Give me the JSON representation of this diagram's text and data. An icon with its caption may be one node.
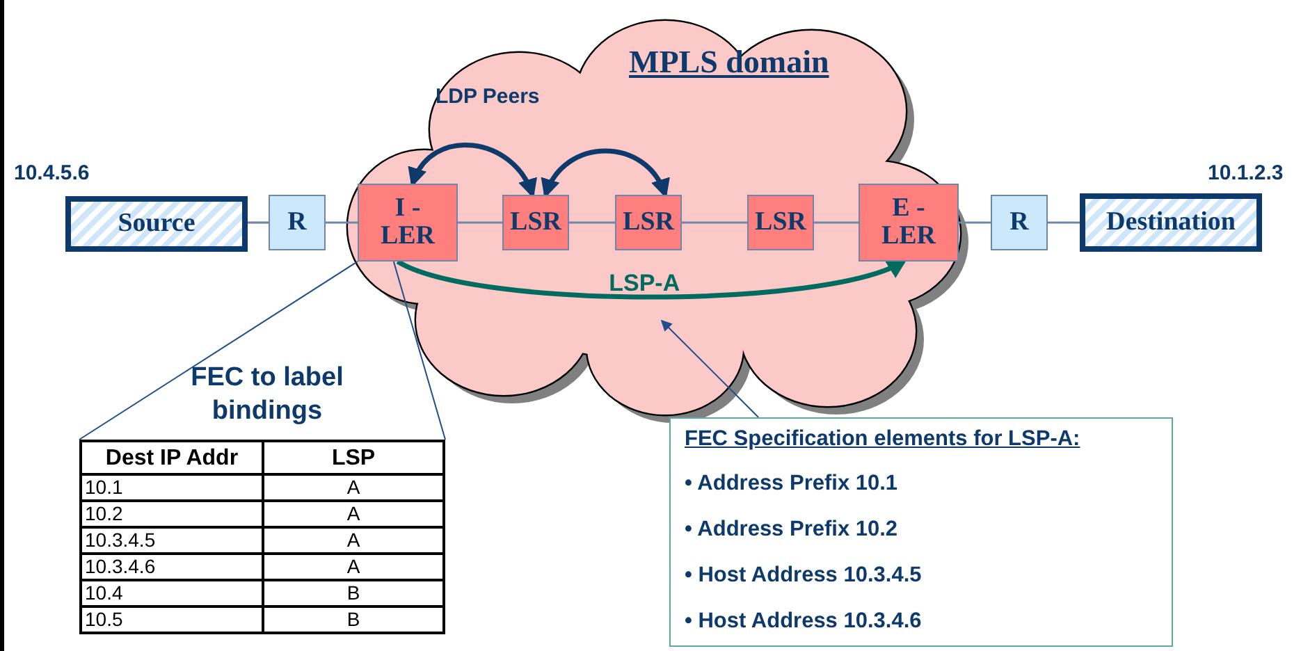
{
  "diagram": {
    "nodes": [
      {
        "text": [
          "Source"
        ],
        "beside": [
          "10.4.5.6"
        ]
      },
      {
        "text": [
          "R"
        ]
      },
      {
        "text": [
          "MPLS domain"
        ]
      },
      {
        "text": [
          "I - LER"
        ],
        "in": 2
      },
      {
        "text": [
          "LSR"
        ],
        "in": 2
      },
      {
        "text": [
          "LSR"
        ],
        "in": 2
      },
      {
        "text": [
          "LSR"
        ],
        "in": 2
      },
      {
        "text": [
          "E - LER"
        ],
        "in": 2
      },
      {
        "text": [
          "R"
        ]
      },
      {
        "text": [
          "Destination"
        ],
        "beside": [
          "10.1.2.3"
        ]
      },
      {
        "text": [
          "FEC to label bindings"
        ]
      },
      {
        "text": [
          "FEC Specification elements for LSP-A:",
          "• Address Prefix 10.1",
          "• Address Prefix 10.2",
          "• Host Address 10.3.4.5",
          "• Host Address 10.3.4.6"
        ]
      }
    ],
    "edges": [
      {
        "from": 0,
        "to": 1,
        "arrow": "none"
      },
      {
        "from": 1,
        "to": 3,
        "arrow": "none"
      },
      {
        "from": 3,
        "to": 4,
        "arrow": "none"
      },
      {
        "from": 4,
        "to": 5,
        "arrow": "none"
      },
      {
        "from": 5,
        "to": 6,
        "arrow": "none"
      },
      {
        "from": 6,
        "to": 7,
        "arrow": "none"
      },
      {
        "from": 7,
        "to": 8,
        "arrow": "none"
      },
      {
        "from": 8,
        "to": 9,
        "arrow": "none"
      },
      {
        "from": 3,
        "to": 4,
        "arrow": "both",
        "style": "thick",
        "color": "#0d3a6b"
      },
      {
        "from": 4,
        "to": 5,
        "arrow": "both",
        "style": "thick",
        "color": "#0d3a6b"
      },
      {
        "from": 3,
        "to": 7,
        "arrow": "to",
        "label": "LSP-A",
        "style": "thick",
        "color": "#006b5e"
      },
      {
        "from": 3,
        "to": 10,
        "arrow": "none",
        "color": "#1f4e8c"
      },
      {
        "from": 3,
        "to": 10,
        "arrow": "none",
        "color": "#1f4e8c"
      },
      {
        "from": 11,
        "to": null,
        "arrow": "to",
        "color": "#1f4e8c"
      }
    ],
    "labels": [
      "LDP Peers",
      "Dest IP Addr",
      "LSP",
      "10.1",
      "A",
      "10.2",
      "A",
      "10.3.4.5",
      "A",
      "10.3.4.6",
      "A",
      "10.4",
      "B",
      "10.5",
      "B"
    ]
  }
}
